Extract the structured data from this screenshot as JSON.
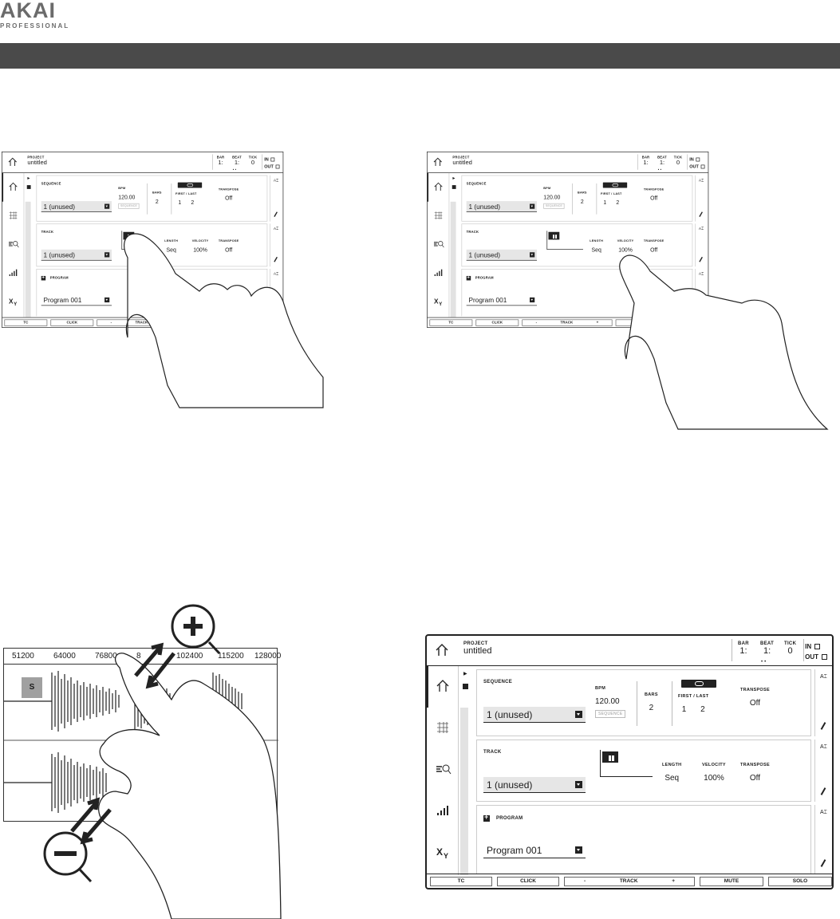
{
  "logo": {
    "word": "AKAI",
    "sub": "PROFESSIONAL"
  },
  "screen": {
    "project_label": "PROJECT",
    "project_name": "untitled",
    "bar_label": "BAR",
    "beat_label": "BEAT",
    "tick_label": "TICK",
    "bar_value": "1:",
    "beat_value": "1:",
    "tick_value": "0",
    "in_label": "IN",
    "out_label": "OUT",
    "sequence_label": "SEQUENCE",
    "sequence_value": "1  (unused)",
    "bpm_label": "BPM",
    "bpm_value": "120.00",
    "sequence_tag": "SEQUENCE",
    "bars_label": "BARS",
    "bars_value": "2",
    "first_last_label": "FIRST / LAST",
    "first_value": "1",
    "last_value": "2",
    "transpose_label": "TRANSPOSE",
    "transpose_value": "Off",
    "track_label": "TRACK",
    "track_value": "1  (unused)",
    "length_label": "LENGTH",
    "length_value": "Seq",
    "velocity_label": "VELOCITY",
    "velocity_value": "100%",
    "program_label": "PROGRAM",
    "program_value": "Program 001",
    "footer": {
      "tc": "TC",
      "click": "CLICK",
      "minus": "-",
      "track": "TRACK",
      "plus": "+",
      "mute": "MUTE",
      "solo": "SOLO"
    }
  },
  "waveform": {
    "ruler": [
      "51200",
      "64000",
      "76800",
      "8",
      "102400",
      "115200",
      "128000"
    ],
    "s_button": "S"
  }
}
